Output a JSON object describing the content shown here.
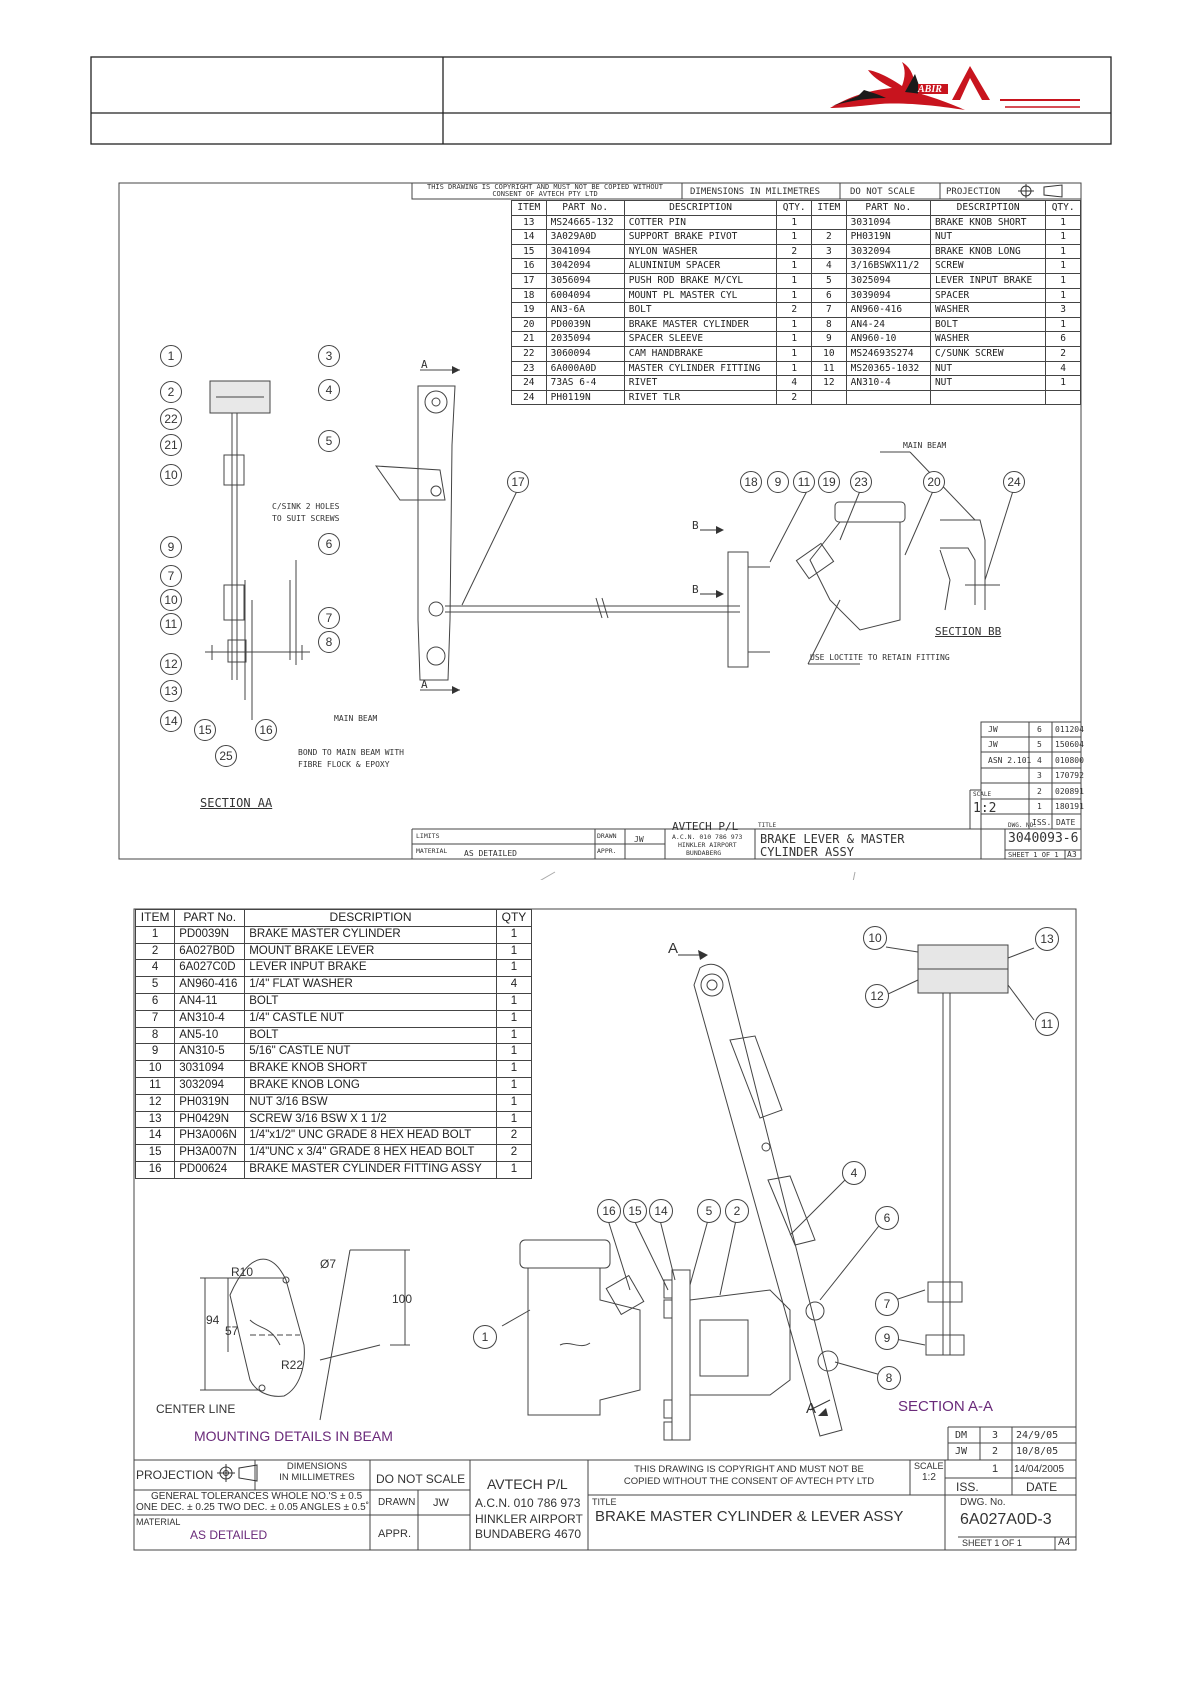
{
  "drawing1": {
    "header": {
      "copyright": "THIS DRAWING IS COPYRIGHT AND MUST NOT BE COPIED WITHOUT CONSENT OF AVTECH PTY LTD",
      "dimensions": "DIMENSIONS IN MILIMETRES",
      "do_not_scale": "DO NOT SCALE",
      "projection": "PROJECTION"
    },
    "bom_headers": [
      "ITEM",
      "PART No.",
      "DESCRIPTION",
      "QTY.",
      "ITEM",
      "PART No.",
      "DESCRIPTION",
      "QTY."
    ],
    "bom_rows": [
      [
        "13",
        "MS24665-132",
        "COTTER PIN",
        "1",
        "",
        "3031094",
        "BRAKE KNOB SHORT",
        "1"
      ],
      [
        "14",
        "3A029A0D",
        "SUPPORT BRAKE PIVOT",
        "1",
        "2",
        "PH0319N",
        "NUT",
        "1"
      ],
      [
        "15",
        "3041094",
        "NYLON WASHER",
        "2",
        "3",
        "3032094",
        "BRAKE KNOB LONG",
        "1"
      ],
      [
        "16",
        "3042094",
        "ALUNINIUM SPACER",
        "1",
        "4",
        "3/16BSWX11/2",
        "SCREW",
        "1"
      ],
      [
        "17",
        "3056094",
        "PUSH ROD BRAKE M/CYL",
        "1",
        "5",
        "3025094",
        "LEVER INPUT BRAKE",
        "1"
      ],
      [
        "18",
        "6004094",
        "MOUNT PL MASTER CYL",
        "1",
        "6",
        "3039094",
        "SPACER",
        "1"
      ],
      [
        "19",
        "AN3-6A",
        "BOLT",
        "2",
        "7",
        "AN960-416",
        "WASHER",
        "3"
      ],
      [
        "20",
        "PD0039N",
        "BRAKE MASTER CYLINDER",
        "1",
        "8",
        "AN4-24",
        "BOLT",
        "1"
      ],
      [
        "21",
        "2035094",
        "SPACER SLEEVE",
        "1",
        "9",
        "AN960-10",
        "WASHER",
        "6"
      ],
      [
        "22",
        "3060094",
        "CAM HANDBRAKE",
        "1",
        "10",
        "MS24693S274",
        "C/SUNK SCREW",
        "2"
      ],
      [
        "23",
        "6A000A0D",
        "MASTER CYLINDER FITTING",
        "1",
        "11",
        "MS20365-1032",
        "NUT",
        "4"
      ],
      [
        "24",
        "73AS 6-4",
        "RIVET",
        "4",
        "12",
        "AN310-4",
        "NUT",
        "1"
      ],
      [
        "24",
        "PH0119N",
        "RIVET TLR",
        "2",
        "",
        "",
        "",
        ""
      ]
    ],
    "balloons_left": [
      "1",
      "2",
      "22",
      "21",
      "10",
      "9",
      "7",
      "10",
      "11",
      "12",
      "13",
      "14",
      "15",
      "25",
      "16",
      "3",
      "4",
      "5",
      "6",
      "7",
      "8"
    ],
    "labels": {
      "csink": "C/SINK 2 HOLES",
      "csink2": "TO SUIT SCREWS",
      "main_beam": "MAIN BEAM",
      "bond": "BOND TO MAIN BEAM WITH",
      "bond2": "FIBRE FLOCK & EPOXY",
      "section_aa": "SECTION AA",
      "loctite": "USE LOCTITE TO RETAIN FITTING",
      "main_beam_r": "MAIN BEAM",
      "section_bb": "SECTION BB",
      "a": "A",
      "b": "B"
    },
    "balloons_mid": [
      "17",
      "18",
      "9",
      "11",
      "19",
      "23",
      "20",
      "24"
    ],
    "revisions": [
      [
        "JW",
        "6",
        "011204"
      ],
      [
        "JW",
        "5",
        "150604"
      ],
      [
        "ASN 2.101",
        "4",
        "010800"
      ],
      [
        "",
        "3",
        "170792"
      ],
      [
        "",
        "2",
        "020891"
      ],
      [
        "",
        "1",
        "180191"
      ]
    ],
    "title_block": {
      "scale_label": "SCALE",
      "scale": "1:2",
      "iss": "ISS.",
      "date": "DATE",
      "limits": "LIMITS",
      "drawn": "DRAWN",
      "drawn_by": "JW",
      "material": "MATERIAL",
      "as_detailed": "AS DETAILED",
      "appr": "APPR.",
      "company": "AVTECH P/L",
      "acn": "A.C.N. 010 786 973",
      "addr1": "HINKLER AIRPORT",
      "addr2": "BUNDABERG",
      "title_label": "TITLE",
      "title1": "BRAKE LEVER & MASTER",
      "title2": "CYLINDER ASSY",
      "dwg_label": "DWG. NO.",
      "dwg_no": "3040093-6",
      "sheet": "SHEET 1 OF 1",
      "size": "A3"
    }
  },
  "drawing2": {
    "bom_headers": [
      "ITEM",
      "PART No.",
      "DESCRIPTION",
      "QTY"
    ],
    "bom_rows": [
      [
        "1",
        "PD0039N",
        "BRAKE MASTER CYLINDER",
        "1"
      ],
      [
        "2",
        "6A027B0D",
        "MOUNT BRAKE LEVER",
        "1"
      ],
      [
        "4",
        "6A027C0D",
        "LEVER INPUT BRAKE",
        "1"
      ],
      [
        "5",
        "AN960-416",
        "1/4\" FLAT WASHER",
        "4"
      ],
      [
        "6",
        "AN4-11",
        "BOLT",
        "1"
      ],
      [
        "7",
        "AN310-4",
        "1/4\" CASTLE NUT",
        "1"
      ],
      [
        "8",
        "AN5-10",
        "BOLT",
        "1"
      ],
      [
        "9",
        "AN310-5",
        "5/16\" CASTLE NUT",
        "1"
      ],
      [
        "10",
        "3031094",
        "BRAKE KNOB SHORT",
        "1"
      ],
      [
        "11",
        "3032094",
        "BRAKE KNOB LONG",
        "1"
      ],
      [
        "12",
        "PH0319N",
        "NUT 3/16 BSW",
        "1"
      ],
      [
        "13",
        "PH0429N",
        "SCREW 3/16 BSW X 1 1/2",
        "1"
      ],
      [
        "14",
        "PH3A006N",
        "1/4\"x1/2\" UNC GRADE 8 HEX HEAD BOLT",
        "2"
      ],
      [
        "15",
        "PH3A007N",
        "1/4\"UNC x 3/4\" GRADE 8 HEX HEAD BOLT",
        "2"
      ],
      [
        "16",
        "PD00624",
        "BRAKE MASTER CYLINDER FITTING ASSY",
        "1"
      ]
    ],
    "labels": {
      "r10": "R10",
      "d7": "Ø7",
      "d94": "94",
      "d57": "57",
      "r22": "R22",
      "d100": "100",
      "center_line": "CENTER LINE",
      "mounting": "MOUNTING DETAILS IN BEAM",
      "section": "SECTION A-A",
      "a": "A"
    },
    "balloons": [
      "16",
      "15",
      "14",
      "5",
      "2",
      "1",
      "4",
      "6",
      "7",
      "9",
      "8",
      "10",
      "12",
      "13",
      "11"
    ],
    "revisions": [
      [
        "DM",
        "3",
        "24/9/05"
      ],
      [
        "JW",
        "2",
        "10/8/05"
      ]
    ],
    "title_block": {
      "projection": "PROJECTION",
      "dimensions": "DIMENSIONS",
      "dimensions2": "IN MILLIMETRES",
      "do_not_scale": "DO NOT SCALE",
      "tol1": "GENERAL TOLERANCES WHOLE NO.'S ± 0.5",
      "tol2": "ONE DEC. ± 0.25 TWO DEC. ± 0.05 ANGLES ± 0.5˚",
      "drawn": "DRAWN",
      "drawn_by": "JW",
      "material": "MATERIAL",
      "as_detailed": "AS DETAILED",
      "appr": "APPR.",
      "company": "AVTECH P/L",
      "acn": "A.C.N. 010 786 973",
      "addr1": "HINKLER AIRPORT",
      "addr2": "BUNDABERG 4670",
      "copyright1": "THIS DRAWING IS COPYRIGHT AND MUST NOT BE",
      "copyright2": "COPIED WITHOUT THE CONSENT OF AVTECH PTY LTD",
      "title_label": "TITLE",
      "title": "BRAKE MASTER CYLINDER & LEVER ASSY",
      "scale_label": "SCALE",
      "scale": "1:2",
      "iss_no": "1",
      "iss_date": "14/04/2005",
      "iss": "ISS.",
      "date": "DATE",
      "dwg_label": "DWG. No.",
      "dwg_no": "6A027A0D-3",
      "sheet": "SHEET 1 OF 1",
      "size": "A4"
    }
  },
  "colors": {
    "logo_red": "#c8141e",
    "logo_black": "#1a1a1a",
    "purple": "#6a2a7a"
  }
}
